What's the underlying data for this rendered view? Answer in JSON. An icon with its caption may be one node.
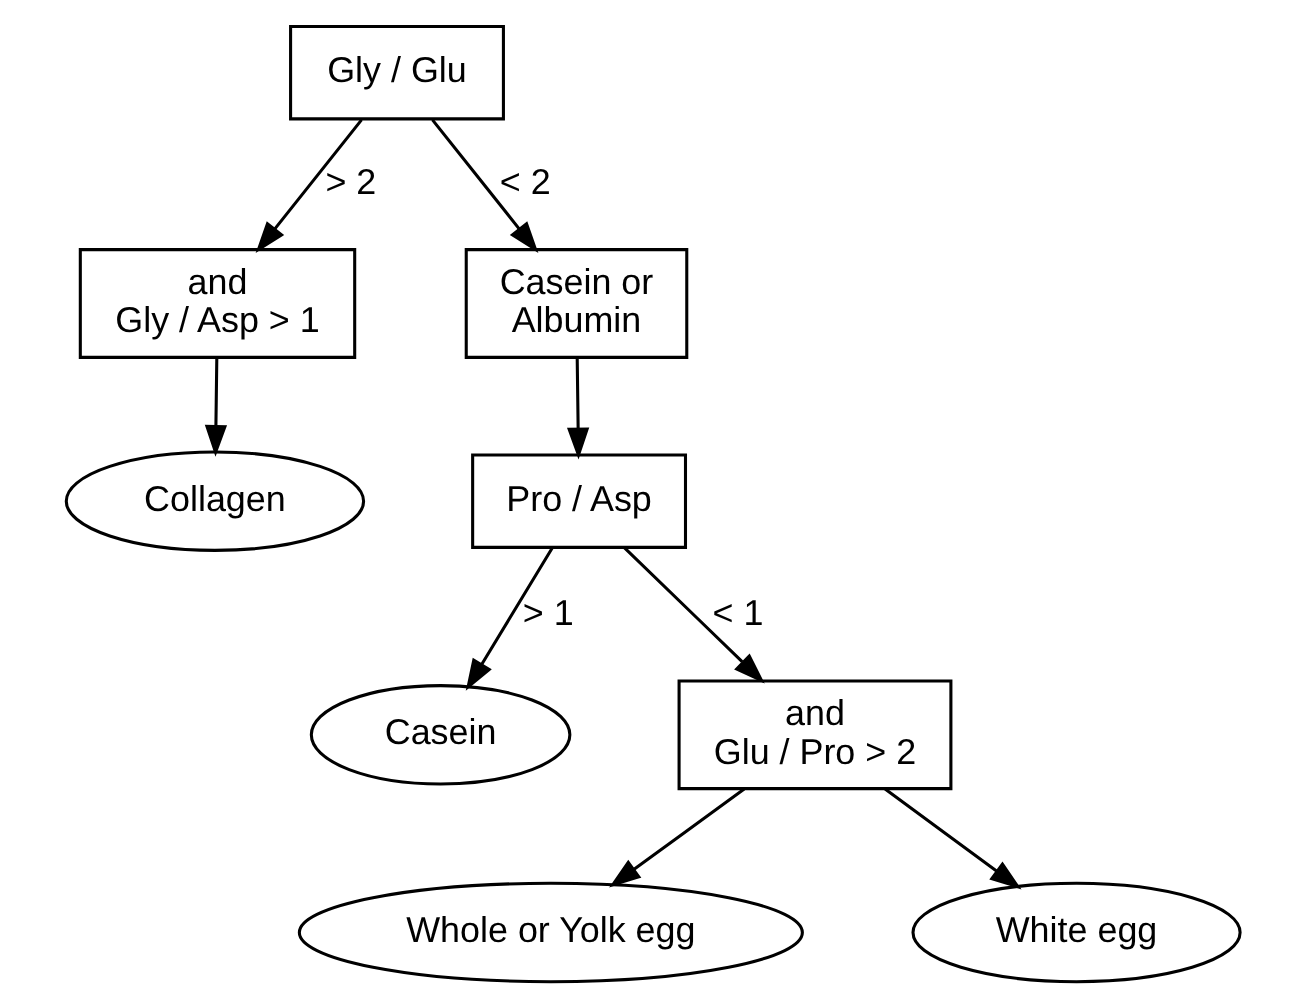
{
  "diagram": {
    "nodes": [
      {
        "text": [
          "Gly / Glu"
        ]
      },
      {
        "text": [
          "and Gly / Asp > 1"
        ]
      },
      {
        "text": [
          "Casein or Albumin"
        ]
      },
      {
        "text": [
          "Collagen"
        ]
      },
      {
        "text": [
          "Pro / Asp"
        ]
      },
      {
        "text": [
          "Casein"
        ]
      },
      {
        "text": [
          "and Glu / Pro > 2"
        ]
      },
      {
        "text": [
          "Whole or Yolk egg"
        ]
      },
      {
        "text": [
          "White egg"
        ]
      }
    ],
    "edges": [
      {
        "from": 0,
        "to": 1,
        "arrow": "to",
        "label": "> 2"
      },
      {
        "from": 0,
        "to": 2,
        "arrow": "to",
        "label": "< 2"
      },
      {
        "from": 1,
        "to": 3,
        "arrow": "to"
      },
      {
        "from": 2,
        "to": 4,
        "arrow": "to"
      },
      {
        "from": 4,
        "to": 5,
        "arrow": "to",
        "label": "> 1"
      },
      {
        "from": 4,
        "to": 6,
        "arrow": "to",
        "label": "< 1"
      },
      {
        "from": 6,
        "to": 7,
        "arrow": "to"
      },
      {
        "from": 6,
        "to": 8,
        "arrow": "to"
      }
    ]
  }
}
